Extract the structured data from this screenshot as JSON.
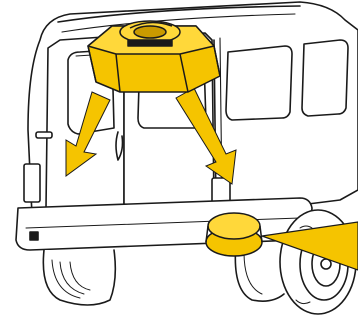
{
  "illustration": {
    "subject": "van-rear-view",
    "colors": {
      "outline": "#1a1a1a",
      "body": "#ffffff",
      "accent": "#f5c400",
      "accent_light": "#ffd83a",
      "accent_dark": "#c99a00",
      "tire": "#ffffff"
    },
    "callouts": [
      {
        "name": "roof-mounted-unit",
        "shape": "octagonal-box-with-ring"
      },
      {
        "name": "light-spill-left",
        "shape": "arrow"
      },
      {
        "name": "light-spill-right",
        "shape": "arrow"
      },
      {
        "name": "bumper-component",
        "shape": "stacked-discs"
      },
      {
        "name": "beam-right",
        "shape": "wedge"
      }
    ]
  }
}
